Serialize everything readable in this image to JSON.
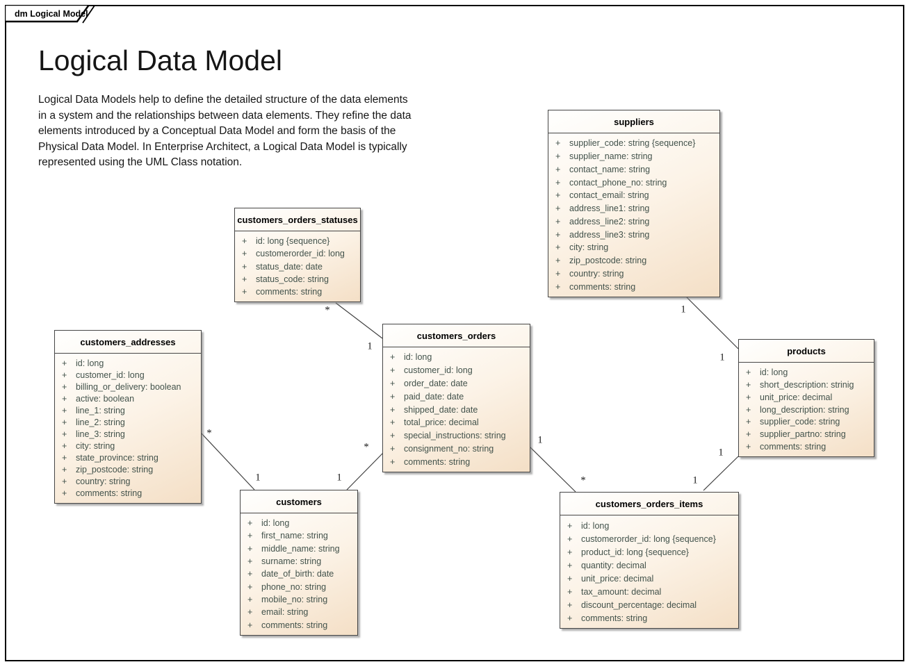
{
  "frame": {
    "label": "dm Logical Model"
  },
  "header": {
    "title": "Logical Data Model",
    "description": "Logical Data Models help to define the detailed structure of the data elements in a system and the relationships between data elements. They refine the data elements introduced by a Conceptual Data Model and form the basis of the Physical Data Model. In Enterprise Architect, a Logical Data Model is typically represented using the UML Class notation."
  },
  "visibility_symbol": "+",
  "entities": [
    {
      "name": "suppliers",
      "attributes": [
        "supplier_code: string {sequence}",
        "supplier_name: string",
        "contact_name: string",
        "contact_phone_no: string",
        "contact_email: string",
        "address_line1: string",
        "address_line2: string",
        "address_line3: string",
        "city: string",
        "zip_postcode: string",
        "country: string",
        "comments: string"
      ]
    },
    {
      "name": "customers_orders_statuses",
      "attributes": [
        "id: long {sequence}",
        "customerorder_id: long",
        "status_date: date",
        "status_code: string",
        "comments: string"
      ]
    },
    {
      "name": "customers_addresses",
      "attributes": [
        "id: long",
        "customer_id: long",
        "billing_or_delivery: boolean",
        "active: boolean",
        "line_1: string",
        "line_2: string",
        "line_3: string",
        "city: string",
        "state_province: string",
        "zip_postcode: string",
        "country: string",
        "comments: string"
      ]
    },
    {
      "name": "customers_orders",
      "attributes": [
        "id: long",
        "customer_id: long",
        "order_date: date",
        "paid_date: date",
        "shipped_date: date",
        "total_price: decimal",
        "special_instructions: string",
        "consignment_no: string",
        "comments: string"
      ]
    },
    {
      "name": "customers",
      "attributes": [
        "id: long",
        "first_name: string",
        "middle_name: string",
        "surname: string",
        "date_of_birth: date",
        "phone_no: string",
        "mobile_no: string",
        "email: string",
        "comments: string"
      ]
    },
    {
      "name": "customers_orders_items",
      "attributes": [
        "id: long",
        "customerorder_id: long {sequence}",
        "product_id: long {sequence}",
        "quantity: decimal",
        "unit_price: decimal",
        "tax_amount: decimal",
        "discount_percentage: decimal",
        "comments: string"
      ]
    },
    {
      "name": "products",
      "attributes": [
        "id: long",
        "short_description: strinig",
        "unit_price: decimal",
        "long_description: string",
        "supplier_code: string",
        "supplier_partno: string",
        "comments: string"
      ]
    }
  ],
  "connectors": [
    {
      "from": "customers_orders_statuses",
      "to": "customers_orders",
      "from_label": "*",
      "to_label": "1"
    },
    {
      "from": "customers_addresses",
      "to": "customers",
      "from_label": "*",
      "to_label": "1"
    },
    {
      "from": "customers_orders",
      "to": "customers",
      "from_label": "*",
      "to_label": "1"
    },
    {
      "from": "customers_orders",
      "to": "customers_orders_items",
      "from_label": "1",
      "to_label": "*"
    },
    {
      "from": "suppliers",
      "to": "products",
      "from_label": "1",
      "to_label": "1"
    },
    {
      "from": "products",
      "to": "customers_orders_items",
      "from_label": "1",
      "to_label": "1"
    }
  ],
  "colors": {
    "box_fill_top": "#fffffe",
    "box_fill_bottom": "#f4dfc6",
    "box_border": "#454545",
    "attr_text": "#42524b",
    "frame_border": "#000000"
  }
}
